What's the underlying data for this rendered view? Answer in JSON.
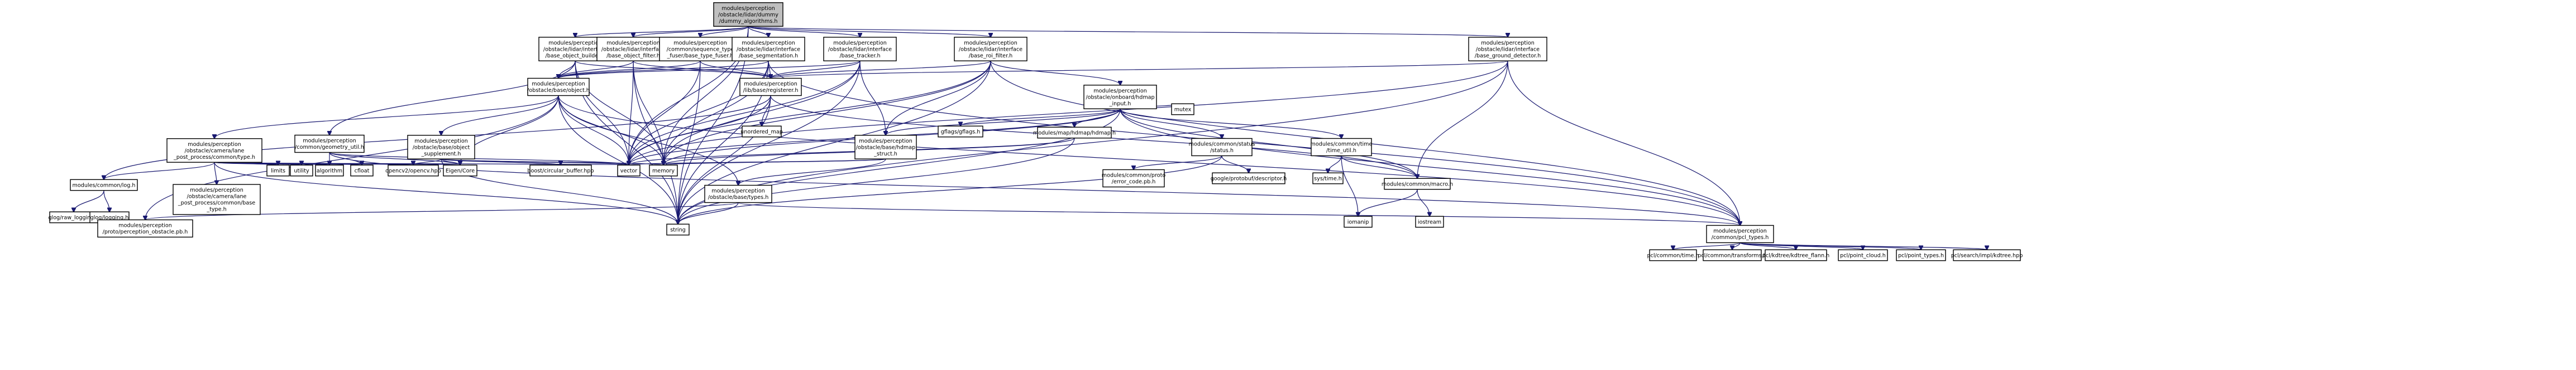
{
  "graph": {
    "colors": {
      "edge": "#191970",
      "root_fill": "#bfbfbf",
      "node_border": "#000000",
      "missing_border": "#ff0000"
    },
    "nodes": [
      {
        "id": "root",
        "lines": [
          "modules/perception",
          "/obstacle/lidar/dummy",
          "/dummy_algorithms.h"
        ],
        "root": true
      },
      {
        "id": "obj_builder",
        "lines": [
          "modules/perception",
          "/obstacle/lidar/interface",
          "/base_object_builder.h"
        ]
      },
      {
        "id": "obj_filter",
        "lines": [
          "modules/perception",
          "/obstacle/lidar/interface",
          "/base_object_filter.h"
        ]
      },
      {
        "id": "type_fuser",
        "lines": [
          "modules/perception",
          "/common/sequence_type",
          "_fuser/base_type_fuser.h"
        ]
      },
      {
        "id": "segmentation",
        "lines": [
          "modules/perception",
          "/obstacle/lidar/interface",
          "/base_segmentation.h"
        ]
      },
      {
        "id": "tracker",
        "lines": [
          "modules/perception",
          "/obstacle/lidar/interface",
          "/base_tracker.h"
        ]
      },
      {
        "id": "roi_filter",
        "lines": [
          "modules/perception",
          "/obstacle/lidar/interface",
          "/base_roi_filter.h"
        ]
      },
      {
        "id": "ground_detector",
        "lines": [
          "modules/perception",
          "/obstacle/lidar/interface",
          "/base_ground_detector.h"
        ]
      },
      {
        "id": "base_object",
        "lines": [
          "modules/perception",
          "/obstacle/base/object.h"
        ]
      },
      {
        "id": "registerer",
        "lines": [
          "modules/perception",
          "/lib/base/registerer.h"
        ]
      },
      {
        "id": "hdmap_input",
        "lines": [
          "modules/perception",
          "/obstacle/onboard/hdmap",
          "_input.h"
        ]
      },
      {
        "id": "common_type",
        "lines": [
          "modules/perception",
          "/obstacle/camera/lane",
          "_post_process/common/type.h"
        ]
      },
      {
        "id": "geometry_util",
        "lines": [
          "modules/perception",
          "/common/geometry_util.h"
        ]
      },
      {
        "id": "object_supplement",
        "lines": [
          "modules/perception",
          "/obstacle/base/object",
          "_supplement.h"
        ]
      },
      {
        "id": "unordered_map",
        "lines": [
          "unordered_map"
        ]
      },
      {
        "id": "hdmap_struct",
        "lines": [
          "modules/perception",
          "/obstacle/base/hdmap",
          "_struct.h"
        ]
      },
      {
        "id": "gflags",
        "lines": [
          "gflags/gflags.h"
        ]
      },
      {
        "id": "hdmap_h",
        "lines": [
          "modules/map/hdmap/hdmap.h"
        ],
        "missing": true
      },
      {
        "id": "status",
        "lines": [
          "modules/common/status",
          "/status.h"
        ]
      },
      {
        "id": "time_util",
        "lines": [
          "modules/common/time",
          "/time_util.h"
        ]
      },
      {
        "id": "mutex",
        "lines": [
          "mutex"
        ]
      },
      {
        "id": "log_h",
        "lines": [
          "modules/common/log.h"
        ]
      },
      {
        "id": "base_type",
        "lines": [
          "modules/perception",
          "/obstacle/camera/lane",
          "_post_process/common/base",
          "_type.h"
        ]
      },
      {
        "id": "limits",
        "lines": [
          "limits"
        ]
      },
      {
        "id": "utility",
        "lines": [
          "utility"
        ]
      },
      {
        "id": "algorithm",
        "lines": [
          "algorithm"
        ]
      },
      {
        "id": "cfloat",
        "lines": [
          "cfloat"
        ]
      },
      {
        "id": "opencv2",
        "lines": [
          "opencv2/opencv.hpp"
        ]
      },
      {
        "id": "eigen",
        "lines": [
          "Eigen/Core"
        ]
      },
      {
        "id": "circular_buffer",
        "lines": [
          "boost/circular_buffer.hpp"
        ]
      },
      {
        "id": "vector",
        "lines": [
          "vector"
        ]
      },
      {
        "id": "memory",
        "lines": [
          "memory"
        ]
      },
      {
        "id": "obstacle_types",
        "lines": [
          "modules/perception",
          "/obstacle/base/types.h"
        ]
      },
      {
        "id": "error_code",
        "lines": [
          "modules/common/proto",
          "/error_code.pb.h"
        ]
      },
      {
        "id": "descriptor",
        "lines": [
          "google/protobuf/descriptor.h"
        ]
      },
      {
        "id": "sys_time",
        "lines": [
          "sys/time.h"
        ]
      },
      {
        "id": "macro",
        "lines": [
          "modules/common/macro.h"
        ]
      },
      {
        "id": "raw_logging",
        "lines": [
          "glog/raw_logging.h"
        ]
      },
      {
        "id": "glog_logging",
        "lines": [
          "glog/logging.h"
        ]
      },
      {
        "id": "obstacle_pb",
        "lines": [
          "modules/perception",
          "/proto/perception_obstacle.pb.h"
        ]
      },
      {
        "id": "string",
        "lines": [
          "string"
        ]
      },
      {
        "id": "iomanip",
        "lines": [
          "iomanip"
        ]
      },
      {
        "id": "iostream",
        "lines": [
          "iostream"
        ]
      },
      {
        "id": "pcl_types",
        "lines": [
          "modules/perception",
          "/common/pcl_types.h"
        ]
      },
      {
        "id": "pcl_time",
        "lines": [
          "pcl/common/time.h"
        ]
      },
      {
        "id": "pcl_transforms",
        "lines": [
          "pcl/common/transforms.h"
        ]
      },
      {
        "id": "kdtree_flann",
        "lines": [
          "pcl/kdtree/kdtree_flann.h"
        ]
      },
      {
        "id": "point_cloud",
        "lines": [
          "pcl/point_cloud.h"
        ]
      },
      {
        "id": "point_types",
        "lines": [
          "pcl/point_types.h"
        ]
      },
      {
        "id": "kdtree_hpp",
        "lines": [
          "pcl/search/impl/kdtree.hpp"
        ]
      }
    ],
    "edges": [
      [
        "root",
        "obj_builder"
      ],
      [
        "root",
        "obj_filter"
      ],
      [
        "root",
        "type_fuser"
      ],
      [
        "root",
        "segmentation"
      ],
      [
        "root",
        "tracker"
      ],
      [
        "root",
        "roi_filter"
      ],
      [
        "root",
        "ground_detector"
      ],
      [
        "root",
        "string"
      ],
      [
        "root",
        "vector"
      ],
      [
        "root",
        "memory"
      ],
      [
        "obj_builder",
        "base_object"
      ],
      [
        "obj_builder",
        "registerer"
      ],
      [
        "obj_builder",
        "geometry_util"
      ],
      [
        "obj_builder",
        "string"
      ],
      [
        "obj_builder",
        "vector"
      ],
      [
        "obj_builder",
        "memory"
      ],
      [
        "obj_filter",
        "base_object"
      ],
      [
        "obj_filter",
        "registerer"
      ],
      [
        "obj_filter",
        "string"
      ],
      [
        "obj_filter",
        "vector"
      ],
      [
        "obj_filter",
        "memory"
      ],
      [
        "type_fuser",
        "base_object"
      ],
      [
        "type_fuser",
        "registerer"
      ],
      [
        "type_fuser",
        "string"
      ],
      [
        "type_fuser",
        "vector"
      ],
      [
        "segmentation",
        "base_object"
      ],
      [
        "segmentation",
        "registerer"
      ],
      [
        "segmentation",
        "string"
      ],
      [
        "segmentation",
        "vector"
      ],
      [
        "segmentation",
        "memory"
      ],
      [
        "segmentation",
        "pcl_types"
      ],
      [
        "tracker",
        "base_object"
      ],
      [
        "tracker",
        "registerer"
      ],
      [
        "tracker",
        "hdmap_struct"
      ],
      [
        "tracker",
        "string"
      ],
      [
        "tracker",
        "vector"
      ],
      [
        "tracker",
        "memory"
      ],
      [
        "roi_filter",
        "registerer"
      ],
      [
        "roi_filter",
        "hdmap_input"
      ],
      [
        "roi_filter",
        "hdmap_struct"
      ],
      [
        "roi_filter",
        "string"
      ],
      [
        "roi_filter",
        "vector"
      ],
      [
        "roi_filter",
        "memory"
      ],
      [
        "roi_filter",
        "pcl_types"
      ],
      [
        "ground_detector",
        "registerer"
      ],
      [
        "ground_detector",
        "string"
      ],
      [
        "ground_detector",
        "vector"
      ],
      [
        "ground_detector",
        "pcl_types"
      ],
      [
        "ground_detector",
        "macro"
      ],
      [
        "base_object",
        "common_type"
      ],
      [
        "base_object",
        "object_supplement"
      ],
      [
        "base_object",
        "obstacle_types"
      ],
      [
        "base_object",
        "eigen"
      ],
      [
        "base_object",
        "vector"
      ],
      [
        "base_object",
        "memory"
      ],
      [
        "base_object",
        "string"
      ],
      [
        "base_object",
        "pcl_types"
      ],
      [
        "base_object",
        "obstacle_pb"
      ],
      [
        "registerer",
        "unordered_map"
      ],
      [
        "registerer",
        "string"
      ],
      [
        "registerer",
        "vector"
      ],
      [
        "registerer",
        "macro"
      ],
      [
        "registerer",
        "log_h"
      ],
      [
        "hdmap_input",
        "hdmap_struct"
      ],
      [
        "hdmap_input",
        "gflags"
      ],
      [
        "hdmap_input",
        "hdmap_h"
      ],
      [
        "hdmap_input",
        "status"
      ],
      [
        "hdmap_input",
        "time_util"
      ],
      [
        "hdmap_input",
        "mutex"
      ],
      [
        "hdmap_input",
        "macro"
      ],
      [
        "hdmap_input",
        "pcl_types"
      ],
      [
        "hdmap_input",
        "memory"
      ],
      [
        "hdmap_input",
        "vector"
      ],
      [
        "hdmap_input",
        "string"
      ],
      [
        "common_type",
        "log_h"
      ],
      [
        "common_type",
        "base_type"
      ],
      [
        "common_type",
        "limits"
      ],
      [
        "common_type",
        "utility"
      ],
      [
        "common_type",
        "algorithm"
      ],
      [
        "common_type",
        "cfloat"
      ],
      [
        "common_type",
        "opencv2"
      ],
      [
        "common_type",
        "eigen"
      ],
      [
        "common_type",
        "vector"
      ],
      [
        "common_type",
        "string"
      ],
      [
        "geometry_util",
        "algorithm"
      ],
      [
        "geometry_util",
        "cfloat"
      ],
      [
        "geometry_util",
        "eigen"
      ],
      [
        "geometry_util",
        "pcl_types"
      ],
      [
        "geometry_util",
        "vector"
      ],
      [
        "object_supplement",
        "opencv2"
      ],
      [
        "object_supplement",
        "eigen"
      ],
      [
        "object_supplement",
        "circular_buffer"
      ],
      [
        "object_supplement",
        "vector"
      ],
      [
        "object_supplement",
        "memory"
      ],
      [
        "object_supplement",
        "string"
      ],
      [
        "hdmap_struct",
        "obstacle_types"
      ],
      [
        "hdmap_struct",
        "vector"
      ],
      [
        "hdmap_struct",
        "memory"
      ],
      [
        "hdmap_h",
        "memory"
      ],
      [
        "hdmap_h",
        "string"
      ],
      [
        "hdmap_h",
        "vector"
      ],
      [
        "status",
        "error_code"
      ],
      [
        "status",
        "descriptor"
      ],
      [
        "status",
        "string"
      ],
      [
        "time_util",
        "sys_time"
      ],
      [
        "time_util",
        "macro"
      ],
      [
        "time_util",
        "iomanip"
      ],
      [
        "log_h",
        "raw_logging"
      ],
      [
        "log_h",
        "glog_logging"
      ],
      [
        "obstacle_types",
        "obstacle_pb"
      ],
      [
        "obstacle_types",
        "pcl_types"
      ],
      [
        "obstacle_types",
        "string"
      ],
      [
        "macro",
        "iostream"
      ],
      [
        "macro",
        "iomanip"
      ],
      [
        "pcl_types",
        "pcl_time"
      ],
      [
        "pcl_types",
        "pcl_transforms"
      ],
      [
        "pcl_types",
        "kdtree_flann"
      ],
      [
        "pcl_types",
        "point_cloud"
      ],
      [
        "pcl_types",
        "point_types"
      ],
      [
        "pcl_types",
        "kdtree_hpp"
      ]
    ]
  }
}
